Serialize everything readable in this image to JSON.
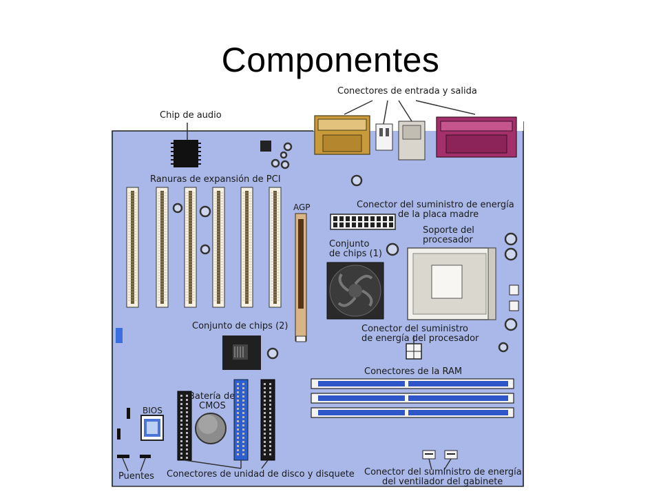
{
  "title": "Componentes",
  "labels": {
    "io_connectors": "Conectores de entrada y salida",
    "audio_chip": "Chip de audio",
    "pci_slots": "Ranuras de expansión de PCI",
    "agp": "AGP",
    "mb_power_1": "Conector del suministro de energía",
    "mb_power_2": "de la placa madre",
    "cpu_socket_1": "Soporte del",
    "cpu_socket_2": "procesador",
    "chipset1_1": "Conjunto",
    "chipset1_2": "de chips (1)",
    "chipset2": "Conjunto de chips (2)",
    "cpu_power_1": "Conector del suministro",
    "cpu_power_2": "de energía del procesador",
    "ram": "Conectores de la RAM",
    "cmos_1": "Batería de",
    "cmos_2": "CMOS",
    "bios": "BIOS",
    "jumpers": "Puentes",
    "drives": "Conectores de unidad de disco y disquete",
    "fan_power_1": "Conector del suministro de energía",
    "fan_power_2": "del ventilador del gabinete"
  },
  "colors": {
    "board": "#a9b8e8",
    "board_edge": "#2b2b2b",
    "serial_port": "#c99a3c",
    "parallel_port": "#a3306a",
    "ram_slot": "#2f56c8",
    "ide_blue": "#2d5fd1"
  }
}
